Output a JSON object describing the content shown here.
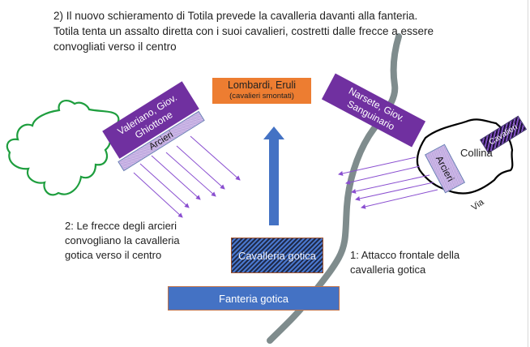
{
  "title": {
    "lines": [
      "2) Il nuovo schieramento di Totila prevede la cavalleria davanti alla fanteria.",
      "Totila tenta un assalto diretta con i suoi cavalieri, costretti dalle frecce a essere",
      "convogliati verso il centro"
    ]
  },
  "units": {
    "lombardi": {
      "line1": "Lombardi, Eruli",
      "line2": "(cavalieri smontati)",
      "color": "#ED7D31"
    },
    "valeriano": {
      "line1": "Valeriano, Giov.",
      "line2": "Ghiottone",
      "color": "#7030A0"
    },
    "arcieri_left": {
      "label": "Arcieri"
    },
    "narsete": {
      "line1": "Narsete, Giov.",
      "line2": "Sanguinario",
      "color": "#7030A0"
    },
    "arcieri_right": {
      "label": "Arcieri"
    },
    "cavalieri_right": {
      "label": "Cavalieri"
    },
    "cavalleria_gotica": {
      "label": "Cavalleria gotica"
    },
    "fanteria_gotica": {
      "label": "Fanteria gotica",
      "color": "#4472C4"
    }
  },
  "terrain": {
    "collina": "Collina",
    "via": "Via"
  },
  "notes": {
    "note2": [
      "2: Le frecce degli arcieri",
      "convogliano la cavalleria",
      "gotica verso il centro"
    ],
    "note1": [
      "1: Attacco frontale della",
      "cavalleria gotica"
    ]
  },
  "colors": {
    "river": "#7f8c8d",
    "forest_outline": "#1e9e3e",
    "hill_outline": "#000000",
    "arrow": "#8a4fd0",
    "advance_arrow": "#4472C4"
  }
}
